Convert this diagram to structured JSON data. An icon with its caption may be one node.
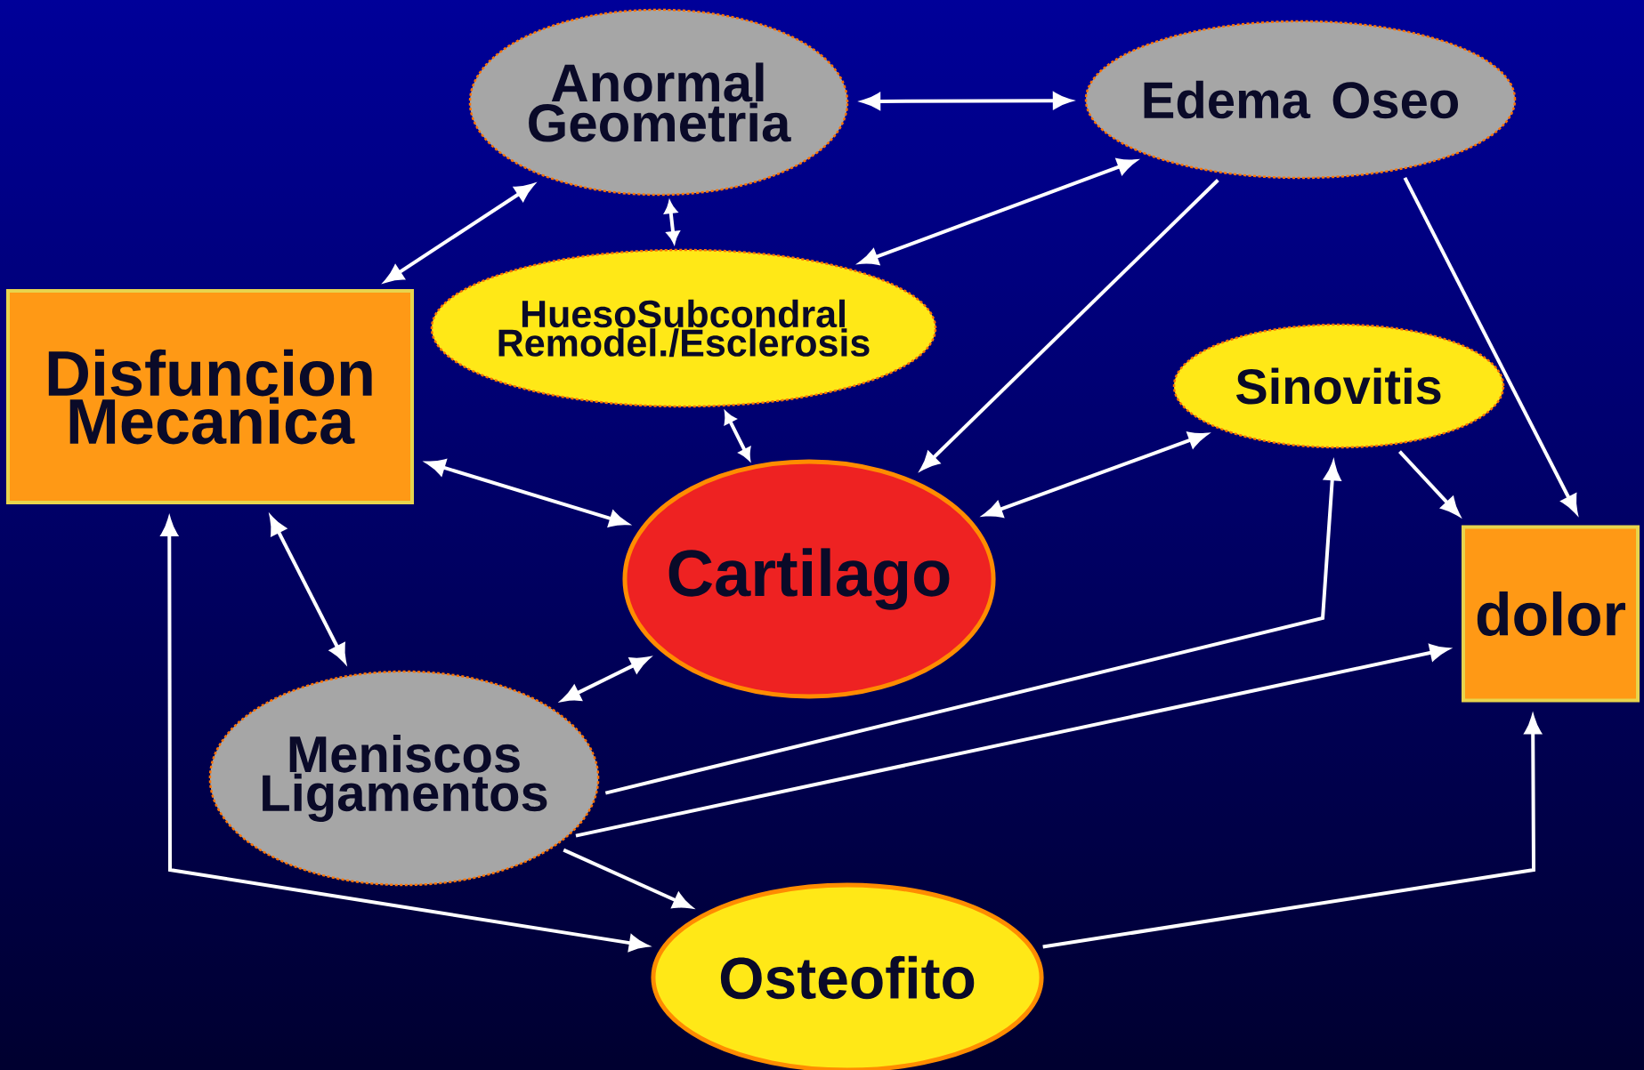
{
  "diagram": {
    "nodes": [
      {
        "text": [
          "Anormal Geometria"
        ]
      },
      {
        "text": [
          "Edema Oseo"
        ]
      },
      {
        "text": [
          "Disfuncion Mecanica"
        ]
      },
      {
        "text": [
          "HuesoSubcondral Remodel./Esclerosis"
        ]
      },
      {
        "text": [
          "Sinovitis"
        ]
      },
      {
        "text": [
          "Cartilago"
        ]
      },
      {
        "text": [
          "dolor"
        ]
      },
      {
        "text": [
          "Meniscos Ligamentos"
        ]
      },
      {
        "text": [
          "Osteofito"
        ]
      }
    ],
    "edges": [
      {
        "from": 0,
        "to": 1,
        "arrow": "both"
      },
      {
        "from": 2,
        "to": 0,
        "arrow": "both"
      },
      {
        "from": 0,
        "to": 3,
        "arrow": "both"
      },
      {
        "from": 1,
        "to": 3,
        "arrow": "both"
      },
      {
        "from": 1,
        "to": 5,
        "arrow": "to"
      },
      {
        "from": 1,
        "to": 6,
        "arrow": "to"
      },
      {
        "from": 3,
        "to": 5,
        "arrow": "both"
      },
      {
        "from": 2,
        "to": 5,
        "arrow": "both"
      },
      {
        "from": 5,
        "to": 4,
        "arrow": "both"
      },
      {
        "from": 4,
        "to": 6,
        "arrow": "to"
      },
      {
        "from": 2,
        "to": 7,
        "arrow": "both"
      },
      {
        "from": 7,
        "to": 5,
        "arrow": "both"
      },
      {
        "from": 7,
        "to": 4,
        "arrow": "to"
      },
      {
        "from": 7,
        "to": 6,
        "arrow": "to"
      },
      {
        "from": 7,
        "to": 8,
        "arrow": "to"
      },
      {
        "from": 2,
        "to": 8,
        "arrow": "both"
      },
      {
        "from": 8,
        "to": 6,
        "arrow": "to"
      }
    ]
  }
}
